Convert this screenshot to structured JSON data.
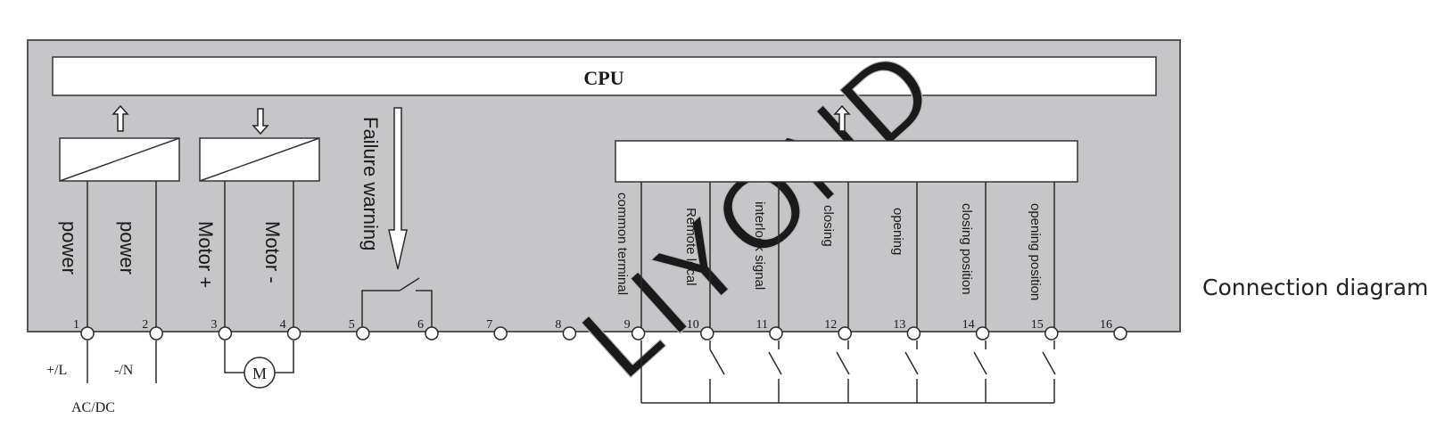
{
  "cpu_label": "CPU",
  "caption": "Connection diagram",
  "failure_label": "Failure warning",
  "watermark": "LIYOND",
  "signal_labels": {
    "power_1": "power",
    "power_2": "power",
    "motor_plus": "Motor +",
    "motor_minus": "Motor -",
    "common_terminal": "common terminal",
    "remote_local": "Remote local",
    "interlock_signal": "interlock signal",
    "closing": "closing",
    "opening": "opening",
    "closing_position": "closing position",
    "opening_position": "opening position"
  },
  "terminals": [
    "1",
    "2",
    "3",
    "4",
    "5",
    "6",
    "7",
    "8",
    "9",
    "10",
    "11",
    "12",
    "13",
    "14",
    "15",
    "16"
  ],
  "supply": {
    "plus": "+/L",
    "minus": "-/N",
    "type": "AC/DC"
  },
  "motor_symbol": "M",
  "colors": {
    "panel": "#c6c6c8",
    "stroke": "#2a2a2a",
    "box": "#ffffff"
  }
}
